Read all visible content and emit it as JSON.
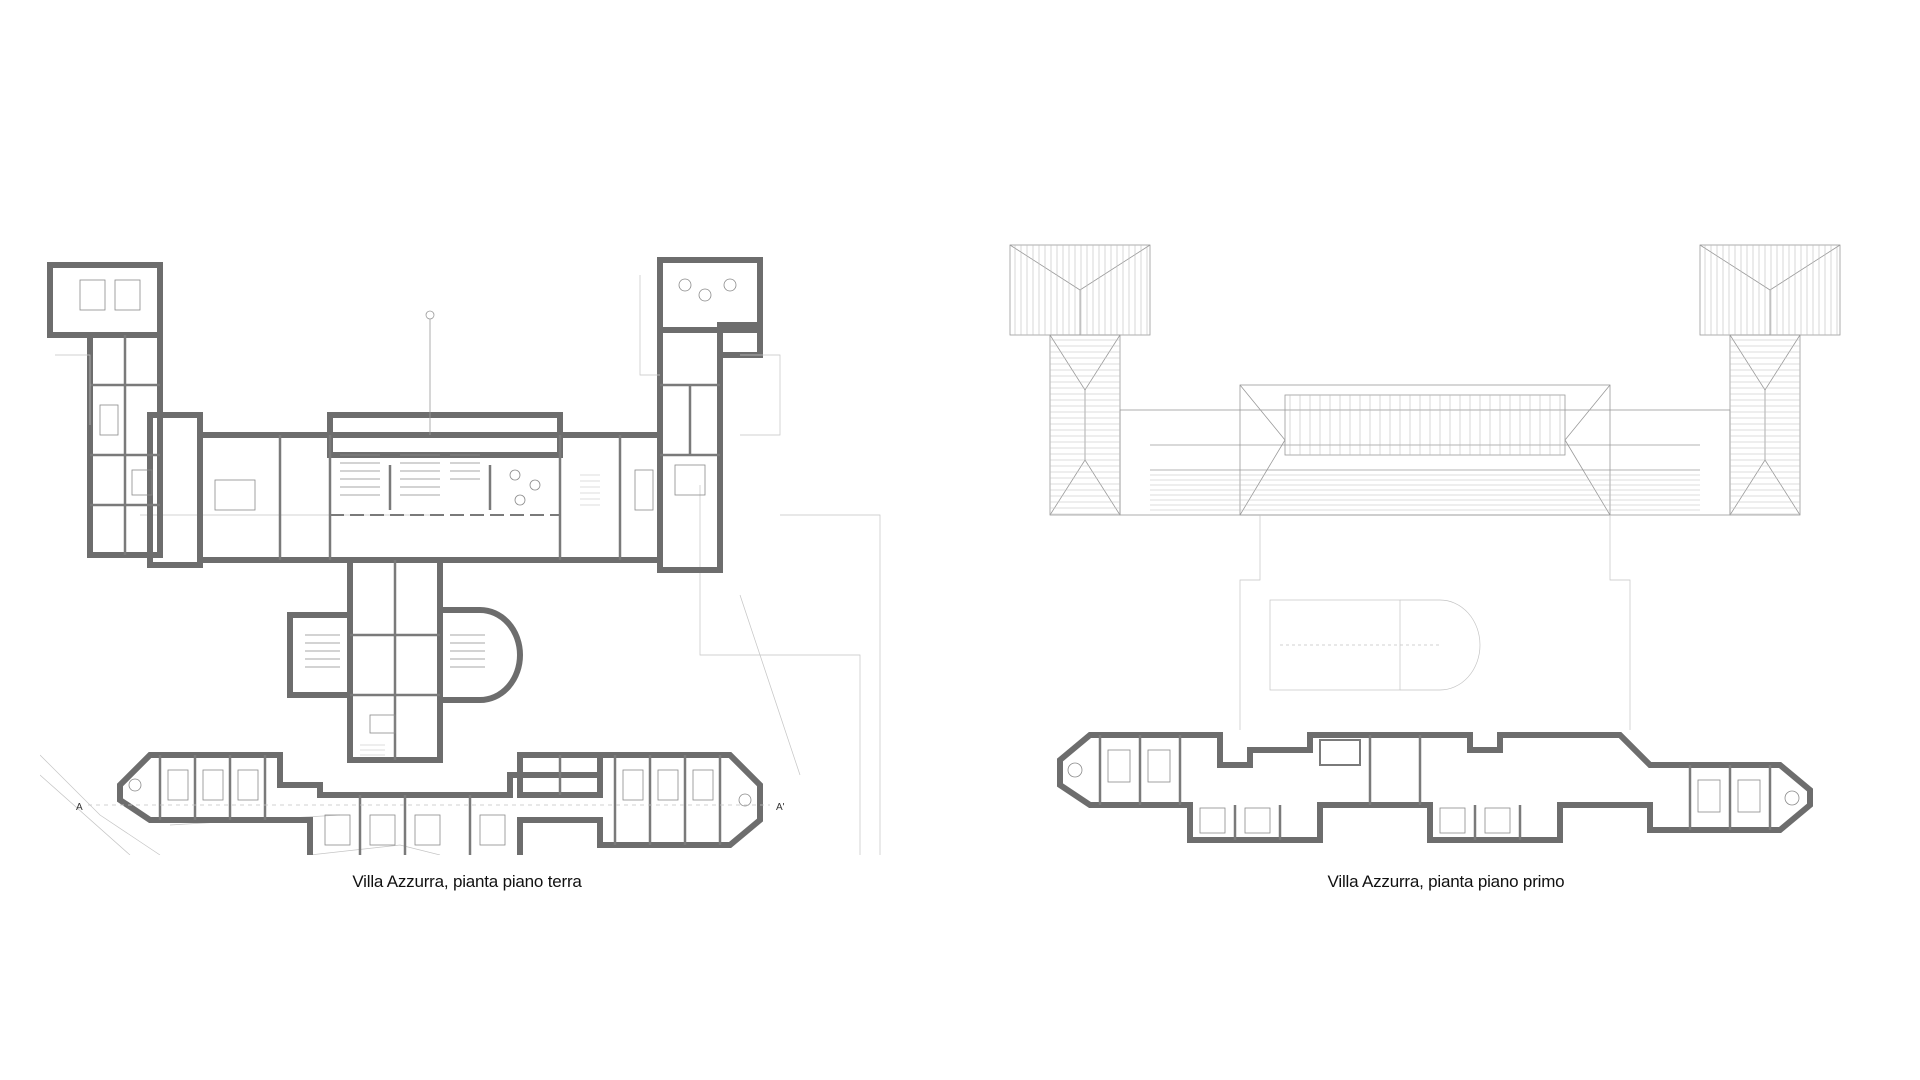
{
  "captions": {
    "ground_floor": "Villa Azzurra, pianta piano terra",
    "first_floor": "Villa Azzurra, pianta piano primo"
  },
  "markers": {
    "section_left": "A",
    "section_right": "A'"
  }
}
